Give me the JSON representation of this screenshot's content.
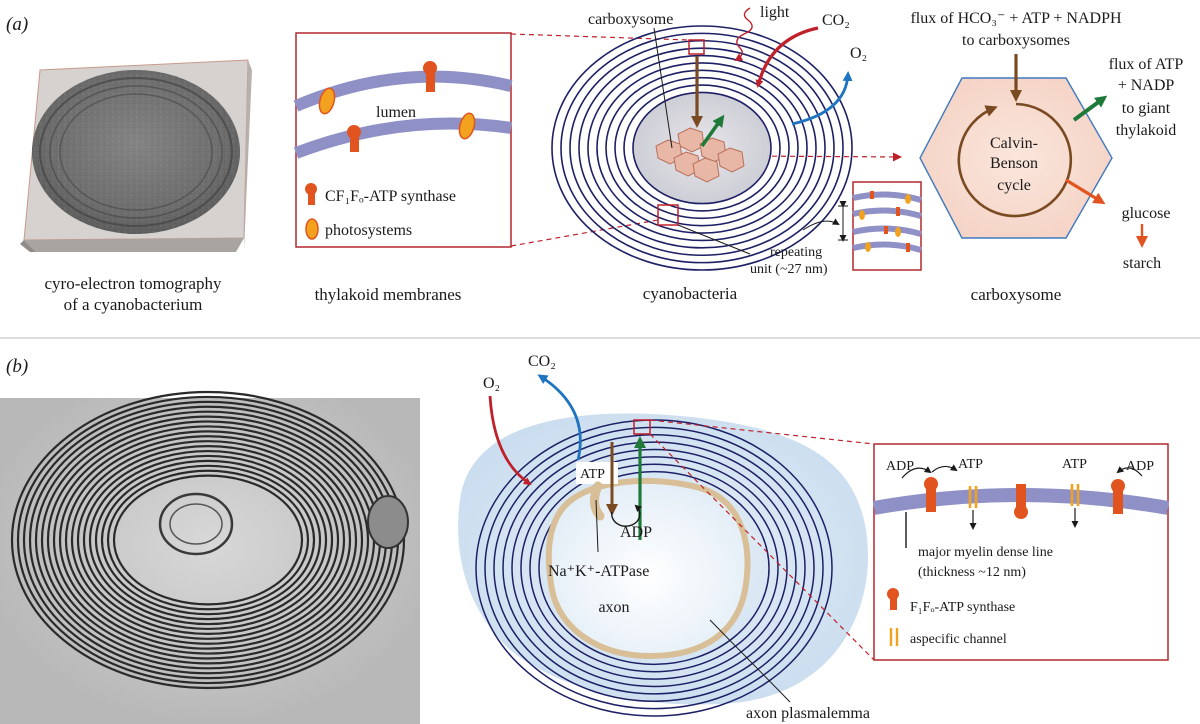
{
  "panels": {
    "a": "(a)",
    "b": "(b)"
  },
  "panel_a": {
    "captions": {
      "tomography_line1": "cyro-electron tomography",
      "tomography_line2": "of a cyanobacterium",
      "thylakoid": "thylakoid membranes",
      "cyanobacteria": "cyanobacteria",
      "carboxysome": "carboxysome"
    },
    "thylakoid_inset": {
      "lumen": "lumen",
      "legend_synthase": "CF₁Fₒ-ATP synthase",
      "legend_photosystems": "photosystems"
    },
    "cyanobacterium": {
      "carboxysome_label": "carboxysome",
      "light": "light",
      "co2": "CO₂",
      "o2": "O₂",
      "repeating_line1": "repeating",
      "repeating_line2": "unit (~27 nm)"
    },
    "carboxysome_detail": {
      "flux_in_line1": "flux of HCO₃⁻ + ATP + NADPH",
      "flux_in_line2": "to carboxysomes",
      "flux_out_line1": "flux of ATP",
      "flux_out_line2": "+ NADP",
      "flux_out_line3": "to giant",
      "flux_out_line4": "thylakoid",
      "cycle_line1": "Calvin-",
      "cycle_line2": "Benson",
      "cycle_line3": "cycle",
      "glucose": "glucose",
      "starch": "starch"
    }
  },
  "panel_b": {
    "o2": "O₂",
    "co2": "CO₂",
    "atp": "ATP",
    "adp": "ADP",
    "pump": "Na⁺K⁺-ATPase",
    "axon": "axon",
    "plasmalemma": "axon plasmalemma",
    "inset": {
      "adp_left": "ADP",
      "atp_left": "ATP",
      "atp_right": "ATP",
      "adp_right": "ADP",
      "dense_line1": "major myelin dense line",
      "dense_line2": "(thickness ~12 nm)",
      "legend_synthase": "F₁Fₒ-ATP synthase",
      "legend_channel": "aspecific channel"
    }
  },
  "colors": {
    "membrane": "#8e90c6",
    "ring": "#1e2066",
    "synthase": "#e2541f",
    "photosystem": "#f2a21f",
    "inset_border": "#b2282e",
    "arrow_red": "#c0202a",
    "arrow_blue": "#1f74c0",
    "arrow_green": "#1f7a3a",
    "arrow_brown": "#7a4a22",
    "myelin_bg": "#d2e3f1",
    "plasmalemma": "#d8bf98"
  }
}
